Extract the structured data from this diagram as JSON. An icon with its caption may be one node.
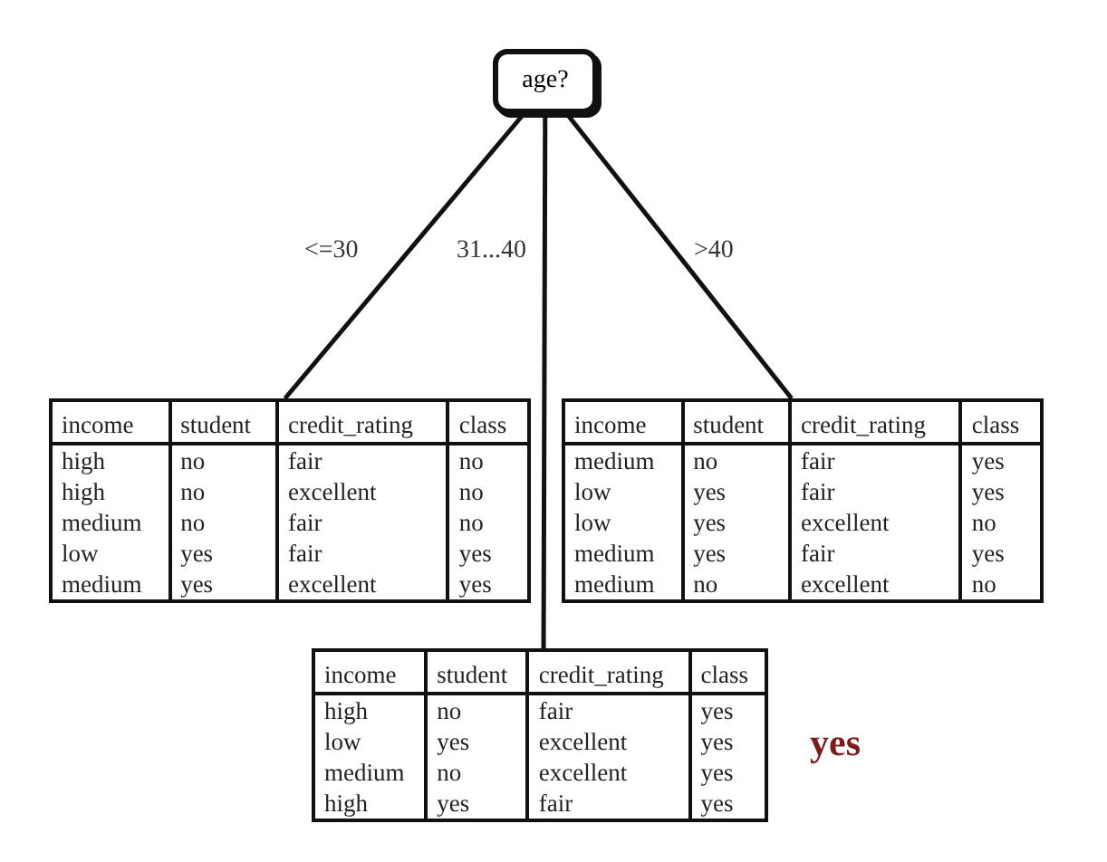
{
  "diagram": {
    "nodes": [
      {
        "text": [
          "age?"
        ]
      },
      {
        "text": [
          "income",
          "student",
          "credit_rating",
          "class",
          "high",
          "no",
          "fair",
          "no",
          "high",
          "no",
          "excellent",
          "no",
          "medium",
          "no",
          "fair",
          "no",
          "low",
          "yes",
          "fair",
          "yes",
          "medium",
          "yes",
          "excellent",
          "yes"
        ]
      },
      {
        "text": [
          "income",
          "student",
          "credit_rating",
          "class",
          "medium",
          "no",
          "fair",
          "yes",
          "low",
          "yes",
          "fair",
          "yes",
          "low",
          "yes",
          "excellent",
          "no",
          "medium",
          "yes",
          "fair",
          "yes",
          "medium",
          "no",
          "excellent",
          "no"
        ]
      },
      {
        "text": [
          "income",
          "student",
          "credit_rating",
          "class",
          "high",
          "no",
          "fair",
          "yes",
          "low",
          "yes",
          "excellent",
          "yes",
          "medium",
          "no",
          "excellent",
          "yes",
          "high",
          "yes",
          "fair",
          "yes"
        ],
        "beside": [
          "yes"
        ]
      }
    ],
    "edges": [
      {
        "from": 0,
        "to": 1,
        "arrow": "none",
        "label": "<=30"
      },
      {
        "from": 0,
        "to": 3,
        "arrow": "none",
        "label": "31...40"
      },
      {
        "from": 0,
        "to": 2,
        "arrow": "none",
        "label": ">40"
      }
    ]
  }
}
